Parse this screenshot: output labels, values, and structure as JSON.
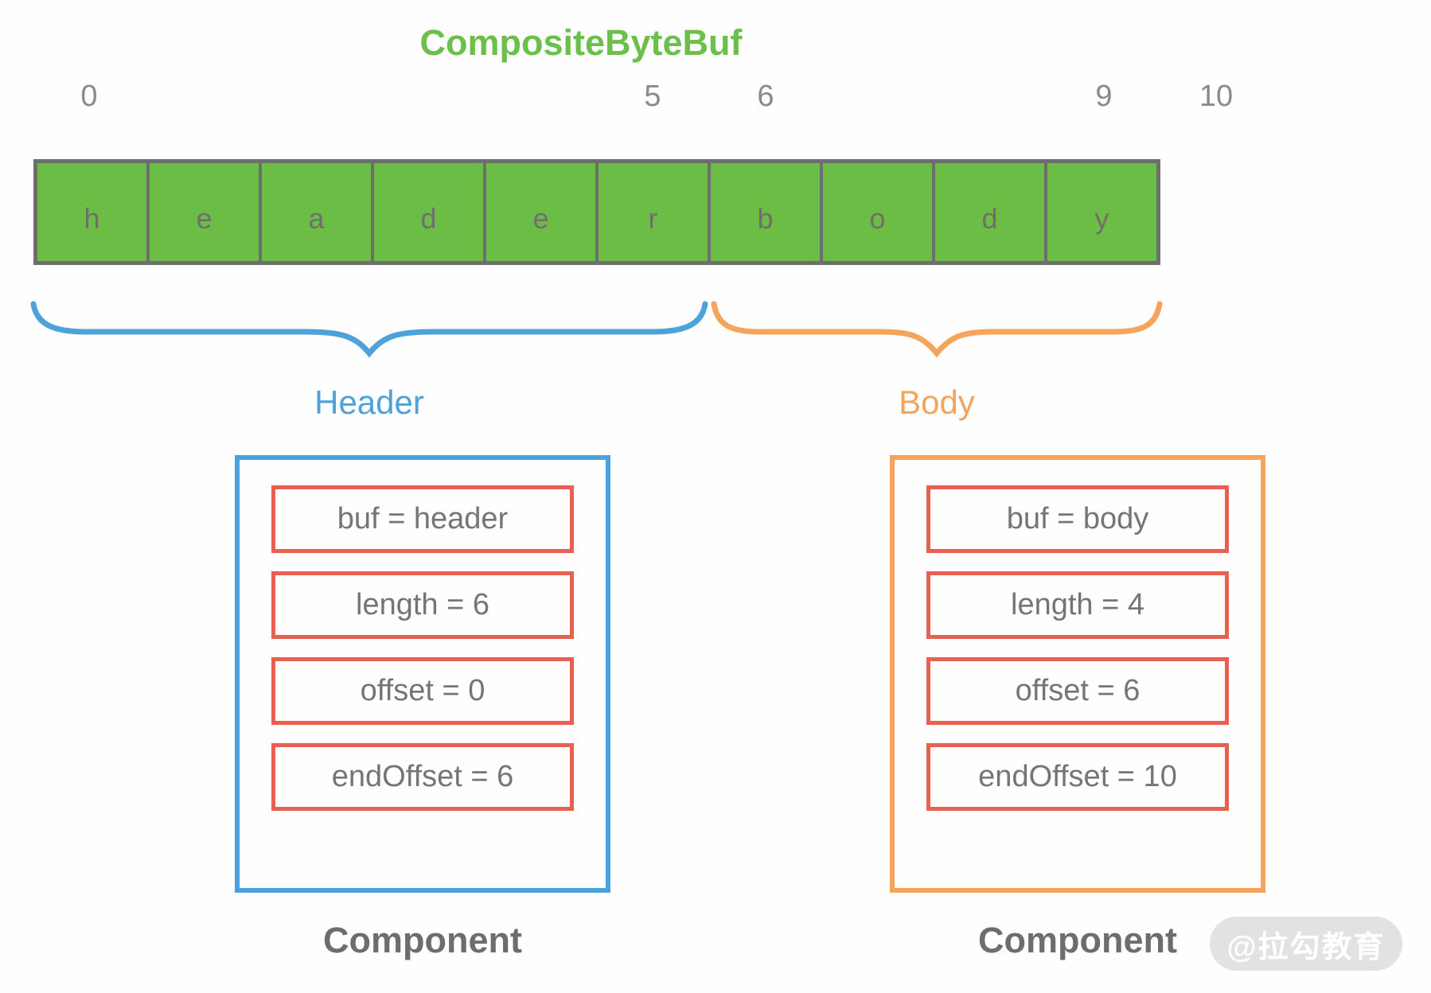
{
  "title": "CompositeByteBuf",
  "buffer": {
    "cells": [
      "h",
      "e",
      "a",
      "d",
      "e",
      "r",
      "b",
      "o",
      "d",
      "y"
    ],
    "indices": [
      {
        "label": "0"
      },
      {
        "label": "5"
      },
      {
        "label": "6"
      },
      {
        "label": "9"
      },
      {
        "label": "10"
      }
    ]
  },
  "regions": {
    "header": {
      "label": "Header"
    },
    "body": {
      "label": "Body"
    }
  },
  "components": [
    {
      "region": "Header",
      "fields": [
        "buf = header",
        "length = 6",
        "offset = 0",
        "endOffset = 6"
      ],
      "caption": "Component"
    },
    {
      "region": "Body",
      "fields": [
        "buf = body",
        "length = 4",
        "offset = 6",
        "endOffset = 10"
      ],
      "caption": "Component"
    }
  ],
  "watermark": "@拉勾教育",
  "colors": {
    "title_green": "#6bbf4b",
    "cell_green": "#6cbd45",
    "border_gray": "#6e6e6e",
    "header_blue": "#4da3d9",
    "body_orange": "#f5a45c",
    "field_red": "#e8604f",
    "text_gray": "#757575"
  }
}
